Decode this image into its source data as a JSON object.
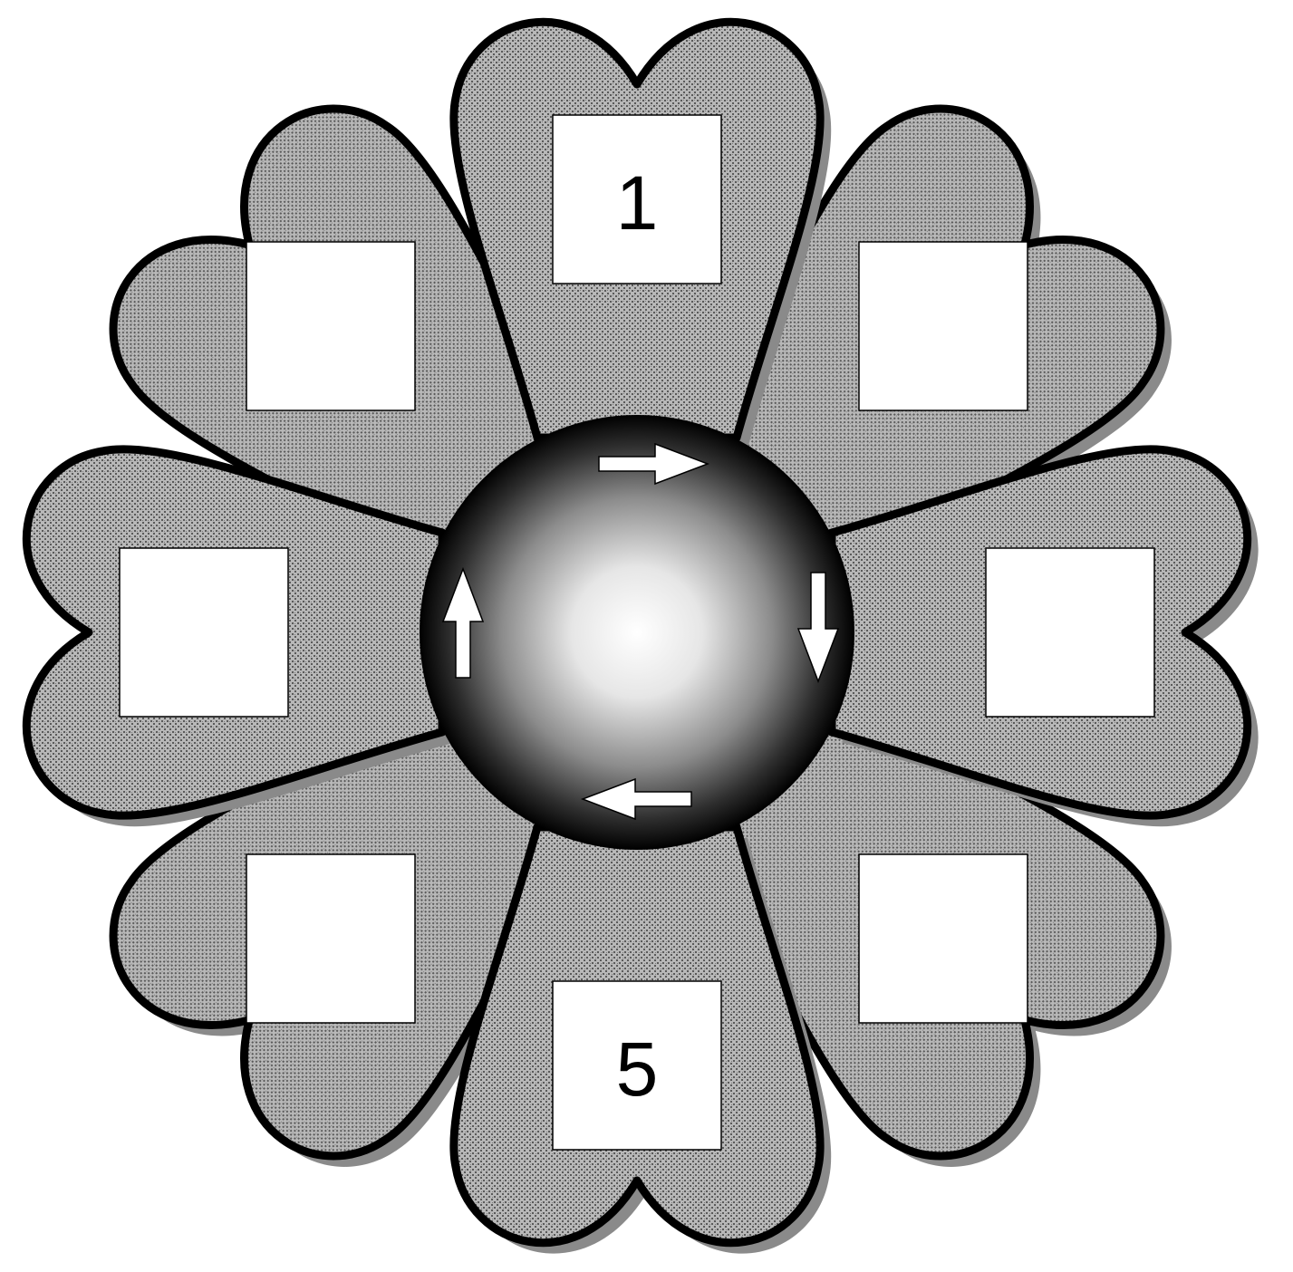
{
  "colors": {
    "petal_fill": "#b8b8b8",
    "petal_dots": "#5a5a5a",
    "petal_outline": "#000000",
    "petal_shadow": "#8a8a8a",
    "box_fill": "#ffffff",
    "center_highlight": "#ffffff",
    "center_shadow": "#000000",
    "arrow_fill": "#ffffff"
  },
  "petals": [
    {
      "id": "top",
      "label": "1"
    },
    {
      "id": "top-right",
      "label": ""
    },
    {
      "id": "right",
      "label": ""
    },
    {
      "id": "bottom-right",
      "label": ""
    },
    {
      "id": "bottom",
      "label": "5"
    },
    {
      "id": "bottom-left",
      "label": ""
    },
    {
      "id": "left",
      "label": ""
    },
    {
      "id": "top-left",
      "label": ""
    }
  ],
  "center": {
    "rotation": "clockwise",
    "arrows": [
      "right-arrow-icon",
      "down-arrow-icon",
      "left-arrow-icon",
      "up-arrow-icon"
    ]
  }
}
